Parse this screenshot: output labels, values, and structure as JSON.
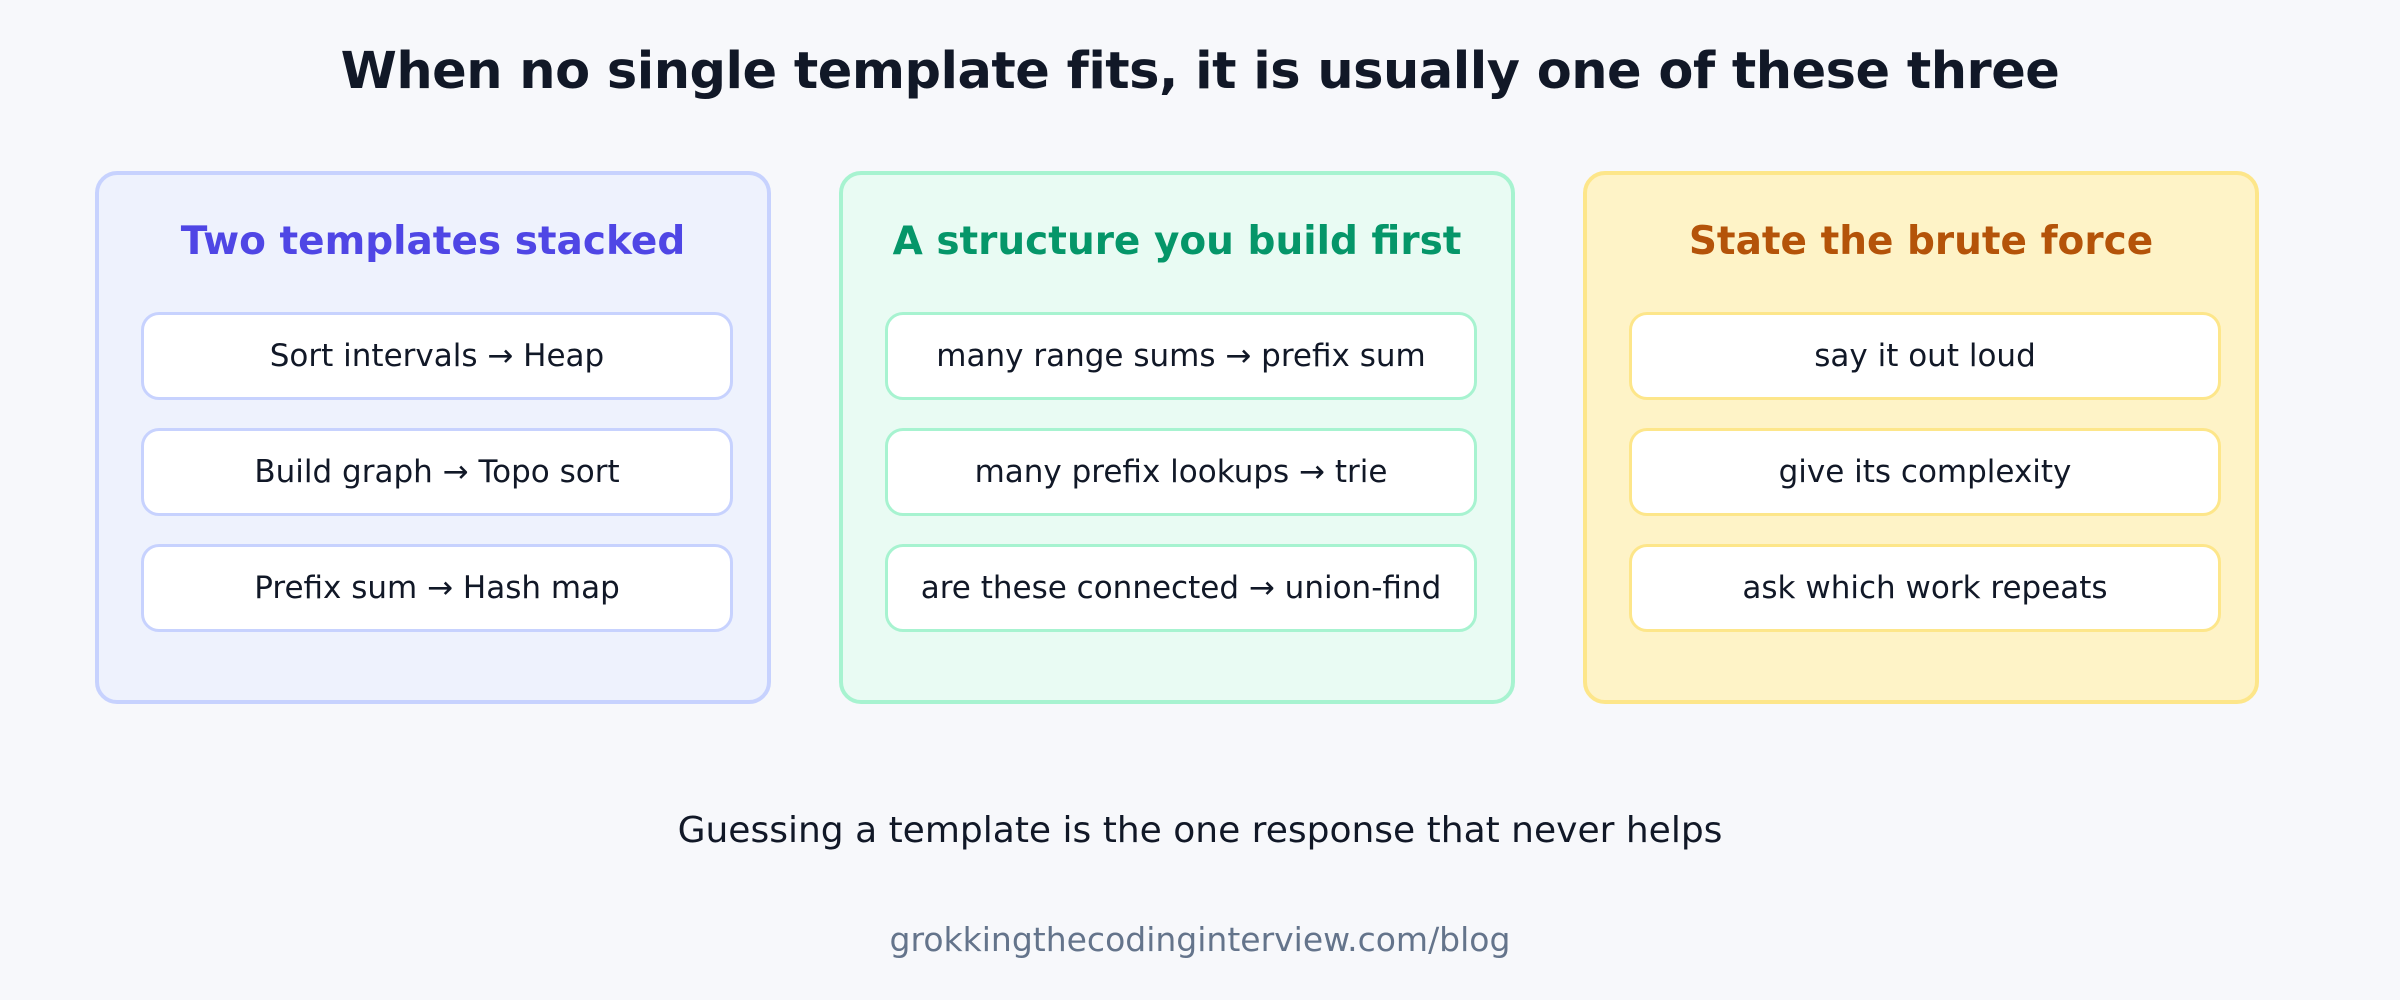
{
  "title": "When no single template fits, it is usually one of these three",
  "panels": [
    {
      "heading": "Two templates stacked",
      "accent": "#4f46e5",
      "items": [
        "Sort intervals → Heap",
        "Build graph → Topo sort",
        "Prefix sum → Hash map"
      ]
    },
    {
      "heading": "A structure you build first",
      "accent": "#059669",
      "items": [
        "many range sums → prefix sum",
        "many prefix lookups → trie",
        "are these connected → union-find"
      ]
    },
    {
      "heading": "State the brute force",
      "accent": "#b45309",
      "items": [
        "say it out loud",
        "give its complexity",
        "ask which work repeats"
      ]
    }
  ],
  "tagline": "Guessing a template is the one response that never helps",
  "footer": "grokkingthecodinginterview.com/blog"
}
